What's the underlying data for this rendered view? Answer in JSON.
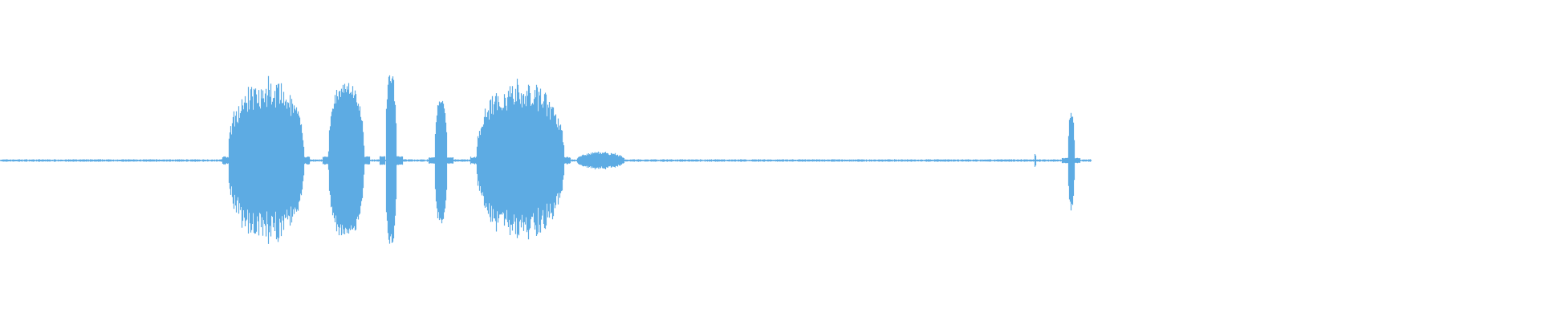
{
  "waveform": {
    "color": "#5dabe3",
    "background": "#ffffff",
    "audio_duration_fraction": 0.708,
    "segments": [
      {
        "name": "syllable-1",
        "start": 0.148,
        "end": 0.197,
        "peak": 0.54,
        "rough": true
      },
      {
        "name": "syllable-2",
        "start": 0.213,
        "end": 0.236,
        "peak": 0.52,
        "rough": false
      },
      {
        "name": "syllable-3",
        "start": 0.25,
        "end": 0.257,
        "peak": 0.58,
        "rough": false
      },
      {
        "name": "syllable-4",
        "start": 0.282,
        "end": 0.29,
        "peak": 0.42,
        "rough": false
      },
      {
        "name": "syllable-5",
        "start": 0.309,
        "end": 0.366,
        "peak": 0.52,
        "rough": true
      },
      {
        "name": "tail-blip",
        "start": 0.374,
        "end": 0.405,
        "peak": 0.06,
        "rough": true
      },
      {
        "name": "click-1",
        "start": 0.671,
        "end": 0.672,
        "peak": 0.05,
        "rough": false
      },
      {
        "name": "click-2",
        "start": 0.693,
        "end": 0.697,
        "peak": 0.33,
        "rough": false
      }
    ]
  }
}
